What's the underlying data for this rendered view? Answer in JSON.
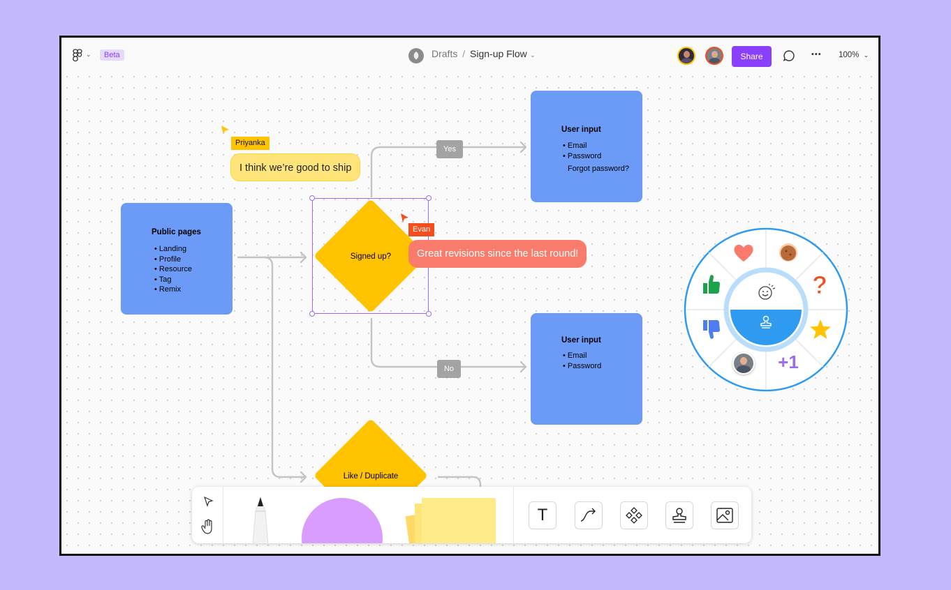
{
  "topbar": {
    "beta_label": "Beta",
    "breadcrumb_parent": "Drafts",
    "breadcrumb_sep": "/",
    "file_name": "Sign-up Flow",
    "share_label": "Share",
    "more_label": "•••",
    "zoom": "100%"
  },
  "nodes": {
    "public_pages": {
      "title": "Public pages",
      "items": [
        "Landing",
        "Profile",
        "Resource",
        "Tag",
        "Remix"
      ]
    },
    "user_input_yes": {
      "title": "User input",
      "items": [
        "Email",
        "Password"
      ],
      "extra": "Forgot password?"
    },
    "user_input_no": {
      "title": "User input",
      "items": [
        "Email",
        "Password"
      ]
    },
    "signed_up": "Signed up?",
    "like_duplicate": "Like / Duplicate"
  },
  "edges": {
    "yes": "Yes",
    "no": "No"
  },
  "comments": {
    "priyanka": {
      "name": "Priyanka",
      "text": "I think we’re good to ship",
      "color": "#ffe57a",
      "tag_color": "#ffc300"
    },
    "evan": {
      "name": "Evan",
      "text": "Great revisions since the last round!",
      "color": "#f87b6b",
      "tag_color": "#f24e1e"
    }
  },
  "reaction_wheel": {
    "items": [
      "heart-icon",
      "cookie-icon",
      "question-icon",
      "star-icon",
      "plus-one-icon",
      "avatar",
      "thumbs-down-icon",
      "thumbs-up-icon"
    ],
    "plus_one": "+1",
    "accent": "#2f9bf0"
  },
  "toolbar": {
    "tools": [
      "select-tool",
      "hand-tool",
      "pen-tool",
      "shape-tool",
      "sticky-tool",
      "text-tool",
      "connector-tool",
      "component-tool",
      "stamp-tool",
      "image-tool"
    ],
    "text_tool_label": "T"
  },
  "colors": {
    "background": "#c5b9fd",
    "share": "#8a3ffc",
    "box": "#6b9af7",
    "diamond": "#ffc300"
  }
}
